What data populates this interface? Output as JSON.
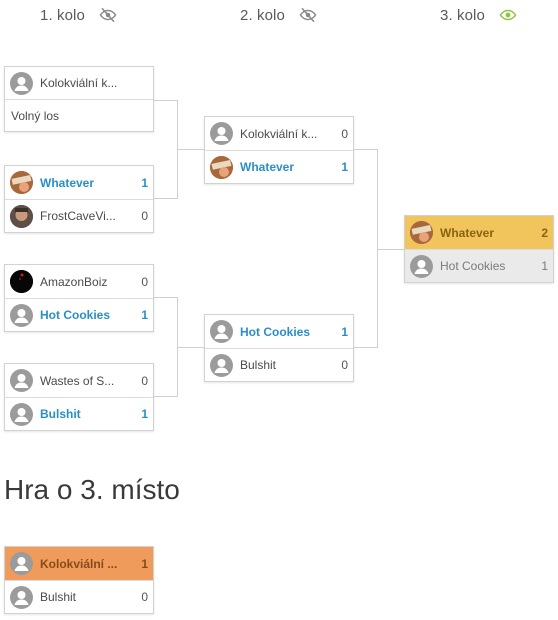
{
  "rounds": [
    {
      "label": "1. kolo",
      "visibility_icon": "eye-off-icon"
    },
    {
      "label": "2. kolo",
      "visibility_icon": "eye-off-icon"
    },
    {
      "label": "3. kolo",
      "visibility_icon": "eye-icon"
    }
  ],
  "colors": {
    "winner": "#2a8fc7",
    "visible_eye": "#8cc63f",
    "hidden_eye": "#8a8a8a",
    "gold": "#f2c55c",
    "bronze": "#ef9b5b"
  },
  "round1": [
    {
      "team1": {
        "name": "Kolokviální k...",
        "score": "",
        "avatar": "default-avatar"
      },
      "team2": {
        "name": "Volný los",
        "score": ""
      }
    },
    {
      "team1": {
        "name": "Whatever",
        "score": "1",
        "avatar": "whatever-avatar"
      },
      "team2": {
        "name": "FrostCaveVi...",
        "score": "0",
        "avatar": "frostcave-avatar"
      }
    },
    {
      "team1": {
        "name": "AmazonBoiz",
        "score": "0",
        "avatar": "amazonboiz-avatar"
      },
      "team2": {
        "name": "Hot Cookies",
        "score": "1",
        "avatar": "default-avatar"
      }
    },
    {
      "team1": {
        "name": "Wastes of S...",
        "score": "0",
        "avatar": "default-avatar"
      },
      "team2": {
        "name": "Bulshit",
        "score": "1",
        "avatar": "default-avatar"
      }
    }
  ],
  "round2": [
    {
      "team1": {
        "name": "Kolokviální k...",
        "score": "0"
      },
      "team2": {
        "name": "Whatever",
        "score": "1"
      }
    },
    {
      "team1": {
        "name": "Hot Cookies",
        "score": "1"
      },
      "team2": {
        "name": "Bulshit",
        "score": "0"
      }
    }
  ],
  "final": {
    "team1": {
      "name": "Whatever",
      "score": "2"
    },
    "team2": {
      "name": "Hot Cookies",
      "score": "1"
    }
  },
  "third_place": {
    "title": "Hra o 3. místo",
    "team1": {
      "name": "Kolokviální ...",
      "score": "1"
    },
    "team2": {
      "name": "Bulshit",
      "score": "0"
    }
  }
}
